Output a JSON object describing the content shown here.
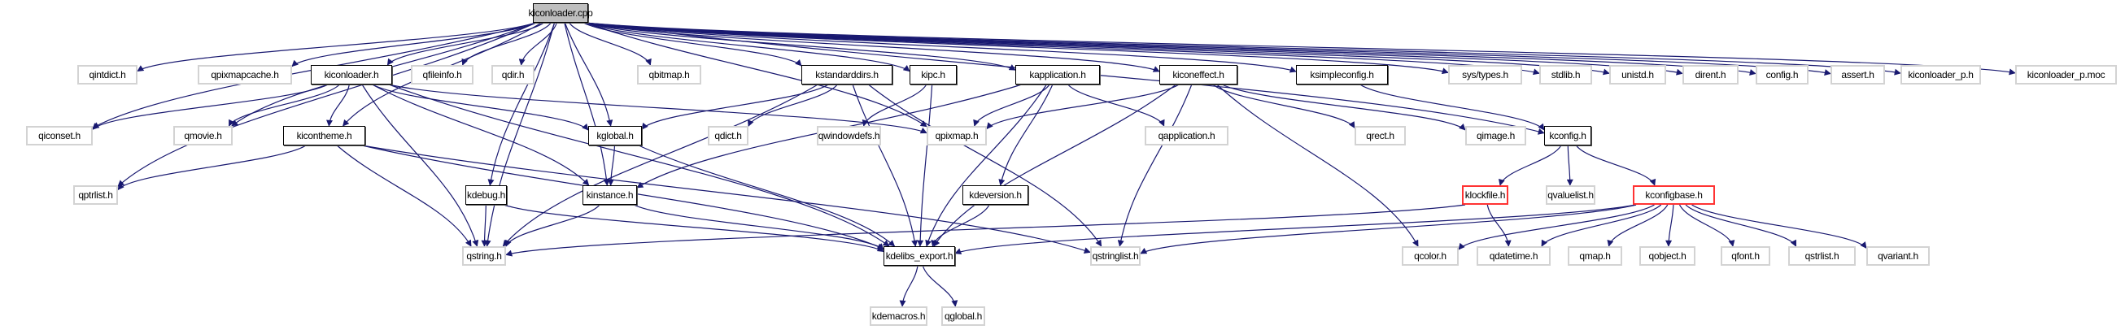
{
  "title": "kiconloader.cpp include dependency graph",
  "colors": {
    "edge": "#191970",
    "root_fill": "#bfbfbf",
    "documented_border": "#000000",
    "external_border": "#d3d3d3",
    "truncated_border": "#ff3333"
  },
  "nodes": [
    {
      "id": "kiconloader_cpp",
      "label": "kiconloader.cpp",
      "kind": "root"
    },
    {
      "id": "qintdict_h",
      "label": "qintdict.h",
      "kind": "external"
    },
    {
      "id": "qpixmapcache_h",
      "label": "qpixmapcache.h",
      "kind": "external"
    },
    {
      "id": "kiconloader_h",
      "label": "kiconloader.h",
      "kind": "documented"
    },
    {
      "id": "qfileinfo_h",
      "label": "qfileinfo.h",
      "kind": "external"
    },
    {
      "id": "qdir_h",
      "label": "qdir.h",
      "kind": "external"
    },
    {
      "id": "qbitmap_h",
      "label": "qbitmap.h",
      "kind": "external"
    },
    {
      "id": "kstandarddirs_h",
      "label": "kstandarddirs.h",
      "kind": "documented"
    },
    {
      "id": "kipc_h",
      "label": "kipc.h",
      "kind": "documented"
    },
    {
      "id": "kapplication_h",
      "label": "kapplication.h",
      "kind": "documented"
    },
    {
      "id": "kiconeffect_h",
      "label": "kiconeffect.h",
      "kind": "documented"
    },
    {
      "id": "ksimpleconfig_h",
      "label": "ksimpleconfig.h",
      "kind": "documented"
    },
    {
      "id": "sys_types_h",
      "label": "sys/types.h",
      "kind": "external"
    },
    {
      "id": "stdlib_h",
      "label": "stdlib.h",
      "kind": "external"
    },
    {
      "id": "unistd_h",
      "label": "unistd.h",
      "kind": "external"
    },
    {
      "id": "dirent_h",
      "label": "dirent.h",
      "kind": "external"
    },
    {
      "id": "config_h",
      "label": "config.h",
      "kind": "external"
    },
    {
      "id": "assert_h",
      "label": "assert.h",
      "kind": "external"
    },
    {
      "id": "kiconloader_p_h",
      "label": "kiconloader_p.h",
      "kind": "external"
    },
    {
      "id": "kiconloader_p_moc",
      "label": "kiconloader_p.moc",
      "kind": "external"
    },
    {
      "id": "qiconset_h",
      "label": "qiconset.h",
      "kind": "external"
    },
    {
      "id": "qmovie_h",
      "label": "qmovie.h",
      "kind": "external"
    },
    {
      "id": "kicontheme_h",
      "label": "kicontheme.h",
      "kind": "documented"
    },
    {
      "id": "kglobal_h",
      "label": "kglobal.h",
      "kind": "documented"
    },
    {
      "id": "qdict_h",
      "label": "qdict.h",
      "kind": "external"
    },
    {
      "id": "qwindowdefs_h",
      "label": "qwindowdefs.h",
      "kind": "external"
    },
    {
      "id": "qpixmap_h",
      "label": "qpixmap.h",
      "kind": "external"
    },
    {
      "id": "qapplication_h",
      "label": "qapplication.h",
      "kind": "external"
    },
    {
      "id": "qrect_h",
      "label": "qrect.h",
      "kind": "external"
    },
    {
      "id": "qimage_h",
      "label": "qimage.h",
      "kind": "external"
    },
    {
      "id": "kconfig_h",
      "label": "kconfig.h",
      "kind": "documented"
    },
    {
      "id": "qptrlist_h",
      "label": "qptrlist.h",
      "kind": "external"
    },
    {
      "id": "kdebug_h",
      "label": "kdebug.h",
      "kind": "documented"
    },
    {
      "id": "kinstance_h",
      "label": "kinstance.h",
      "kind": "documented"
    },
    {
      "id": "kdeversion_h",
      "label": "kdeversion.h",
      "kind": "documented"
    },
    {
      "id": "klockfile_h",
      "label": "klockfile.h",
      "kind": "truncated"
    },
    {
      "id": "qvaluelist_h",
      "label": "qvaluelist.h",
      "kind": "external"
    },
    {
      "id": "kconfigbase_h",
      "label": "kconfigbase.h",
      "kind": "truncated"
    },
    {
      "id": "qstring_h",
      "label": "qstring.h",
      "kind": "external"
    },
    {
      "id": "kdelibs_export_h",
      "label": "kdelibs_export.h",
      "kind": "documented"
    },
    {
      "id": "qstringlist_h",
      "label": "qstringlist.h",
      "kind": "external"
    },
    {
      "id": "qcolor_h",
      "label": "qcolor.h",
      "kind": "external"
    },
    {
      "id": "qdatetime_h",
      "label": "qdatetime.h",
      "kind": "external"
    },
    {
      "id": "qmap_h",
      "label": "qmap.h",
      "kind": "external"
    },
    {
      "id": "qobject_h",
      "label": "qobject.h",
      "kind": "external"
    },
    {
      "id": "qfont_h",
      "label": "qfont.h",
      "kind": "external"
    },
    {
      "id": "qstrlist_h",
      "label": "qstrlist.h",
      "kind": "external"
    },
    {
      "id": "qvariant_h",
      "label": "qvariant.h",
      "kind": "external"
    },
    {
      "id": "kdemacros_h",
      "label": "kdemacros.h",
      "kind": "external"
    },
    {
      "id": "qglobal_h",
      "label": "qglobal.h",
      "kind": "external"
    }
  ],
  "edges": [
    [
      "kiconloader_cpp",
      "qintdict_h"
    ],
    [
      "kiconloader_cpp",
      "qpixmapcache_h"
    ],
    [
      "kiconloader_cpp",
      "kiconloader_h"
    ],
    [
      "kiconloader_cpp",
      "qfileinfo_h"
    ],
    [
      "kiconloader_cpp",
      "qdir_h"
    ],
    [
      "kiconloader_cpp",
      "qbitmap_h"
    ],
    [
      "kiconloader_cpp",
      "kstandarddirs_h"
    ],
    [
      "kiconloader_cpp",
      "kipc_h"
    ],
    [
      "kiconloader_cpp",
      "kapplication_h"
    ],
    [
      "kiconloader_cpp",
      "kiconeffect_h"
    ],
    [
      "kiconloader_cpp",
      "ksimpleconfig_h"
    ],
    [
      "kiconloader_cpp",
      "sys_types_h"
    ],
    [
      "kiconloader_cpp",
      "stdlib_h"
    ],
    [
      "kiconloader_cpp",
      "unistd_h"
    ],
    [
      "kiconloader_cpp",
      "dirent_h"
    ],
    [
      "kiconloader_cpp",
      "config_h"
    ],
    [
      "kiconloader_cpp",
      "assert_h"
    ],
    [
      "kiconloader_cpp",
      "kiconloader_p_h"
    ],
    [
      "kiconloader_cpp",
      "kiconloader_p_moc"
    ],
    [
      "kiconloader_cpp",
      "qiconset_h"
    ],
    [
      "kiconloader_cpp",
      "qmovie_h"
    ],
    [
      "kiconloader_cpp",
      "kicontheme_h"
    ],
    [
      "kiconloader_cpp",
      "qptrlist_h"
    ],
    [
      "kiconloader_cpp",
      "kglobal_h"
    ],
    [
      "kiconloader_cpp",
      "kinstance_h"
    ],
    [
      "kiconloader_cpp",
      "kdebug_h"
    ],
    [
      "kiconloader_cpp",
      "qstring_h"
    ],
    [
      "kiconloader_cpp",
      "qpixmap_h"
    ],
    [
      "kiconloader_cpp",
      "kconfig_h"
    ],
    [
      "kiconloader_h",
      "qiconset_h"
    ],
    [
      "kiconloader_h",
      "qmovie_h"
    ],
    [
      "kiconloader_h",
      "kicontheme_h"
    ],
    [
      "kiconloader_h",
      "qstring_h"
    ],
    [
      "kiconloader_h",
      "kglobal_h"
    ],
    [
      "kiconloader_h",
      "kinstance_h"
    ],
    [
      "kiconloader_h",
      "qpixmap_h"
    ],
    [
      "kiconloader_h",
      "kdelibs_export_h"
    ],
    [
      "kicontheme_h",
      "qptrlist_h"
    ],
    [
      "kicontheme_h",
      "qstring_h"
    ],
    [
      "kicontheme_h",
      "qstringlist_h"
    ],
    [
      "kicontheme_h",
      "kdelibs_export_h"
    ],
    [
      "kstandarddirs_h",
      "kglobal_h"
    ],
    [
      "kstandarddirs_h",
      "qdict_h"
    ],
    [
      "kstandarddirs_h",
      "qstring_h"
    ],
    [
      "kstandarddirs_h",
      "qstringlist_h"
    ],
    [
      "kstandarddirs_h",
      "kdelibs_export_h"
    ],
    [
      "kipc_h",
      "qwindowdefs_h"
    ],
    [
      "kipc_h",
      "kdelibs_export_h"
    ],
    [
      "kapplication_h",
      "qpixmap_h"
    ],
    [
      "kapplication_h",
      "qapplication_h"
    ],
    [
      "kapplication_h",
      "kinstance_h"
    ],
    [
      "kapplication_h",
      "kdeversion_h"
    ],
    [
      "kapplication_h",
      "kdelibs_export_h"
    ],
    [
      "kiconeffect_h",
      "qpixmap_h"
    ],
    [
      "kiconeffect_h",
      "qrect_h"
    ],
    [
      "kiconeffect_h",
      "qimage_h"
    ],
    [
      "kiconeffect_h",
      "qcolor_h"
    ],
    [
      "kiconeffect_h",
      "qstringlist_h"
    ],
    [
      "kiconeffect_h",
      "kdelibs_export_h"
    ],
    [
      "ksimpleconfig_h",
      "kconfig_h"
    ],
    [
      "kglobal_h",
      "kinstance_h"
    ],
    [
      "kglobal_h",
      "kdelibs_export_h"
    ],
    [
      "kdebug_h",
      "qstring_h"
    ],
    [
      "kdebug_h",
      "kdelibs_export_h"
    ],
    [
      "kinstance_h",
      "qstring_h"
    ],
    [
      "kinstance_h",
      "kdelibs_export_h"
    ],
    [
      "kdeversion_h",
      "kdelibs_export_h"
    ],
    [
      "kconfig_h",
      "klockfile_h"
    ],
    [
      "kconfig_h",
      "qvaluelist_h"
    ],
    [
      "kconfig_h",
      "kconfigbase_h"
    ],
    [
      "klockfile_h",
      "qstring_h"
    ],
    [
      "klockfile_h",
      "qdatetime_h"
    ],
    [
      "kconfigbase_h",
      "qcolor_h"
    ],
    [
      "kconfigbase_h",
      "qdatetime_h"
    ],
    [
      "kconfigbase_h",
      "qmap_h"
    ],
    [
      "kconfigbase_h",
      "qobject_h"
    ],
    [
      "kconfigbase_h",
      "qfont_h"
    ],
    [
      "kconfigbase_h",
      "qstrlist_h"
    ],
    [
      "kconfigbase_h",
      "qvariant_h"
    ],
    [
      "kconfigbase_h",
      "qstringlist_h"
    ],
    [
      "kconfigbase_h",
      "kdelibs_export_h"
    ],
    [
      "kdelibs_export_h",
      "kdemacros_h"
    ],
    [
      "kdelibs_export_h",
      "qglobal_h"
    ]
  ]
}
